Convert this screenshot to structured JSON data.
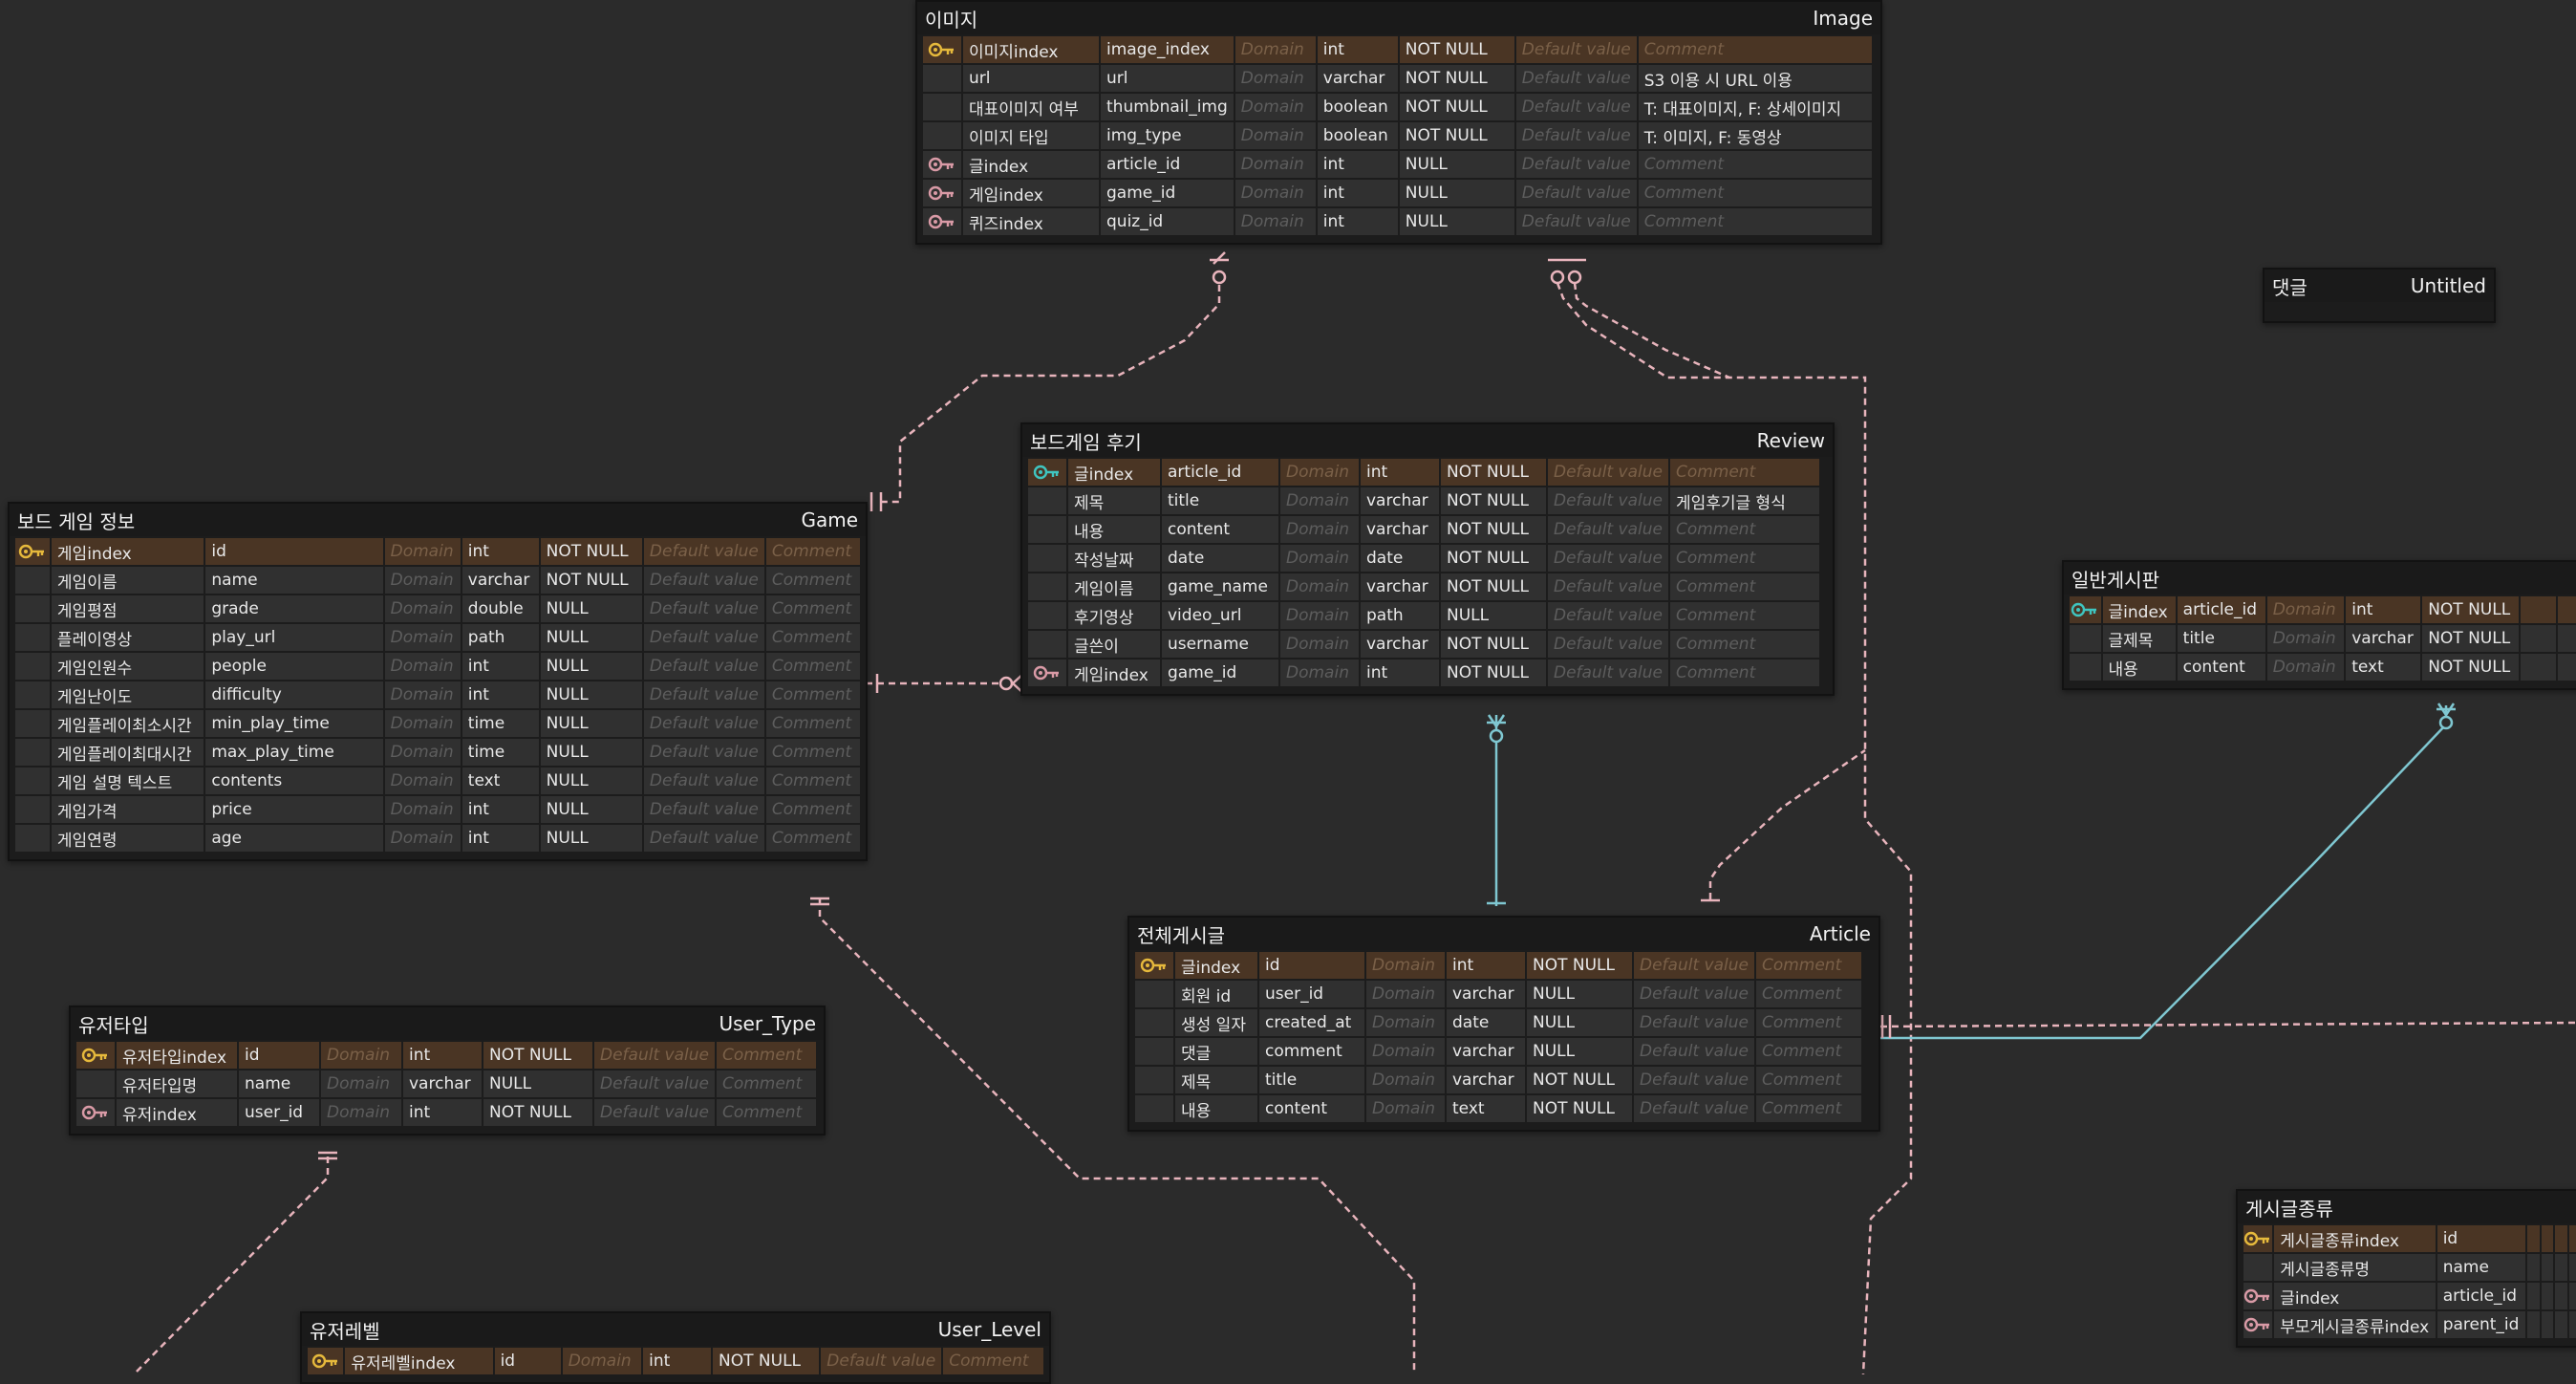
{
  "colors": {
    "background": "#2b2b2b",
    "primary_key_row": "#4a3524",
    "relation_dashed": "#e8b4bc",
    "relation_solid": "#7fc7d1",
    "pk_key_icon": "#e6b93c",
    "fk_key_icon": "#d99aa6",
    "teal_key_icon": "#3fc5c0"
  },
  "entities": [
    {
      "id": "image",
      "logical_name": "이미지",
      "physical_name": "Image",
      "columns": [
        {
          "key": "pk",
          "logical": "이미지index",
          "physical": "image_index",
          "domain": "Domain",
          "type": "int",
          "nullable": "NOT NULL",
          "default": "Default value",
          "comment": "Comment"
        },
        {
          "key": "",
          "logical": "url",
          "physical": "url",
          "domain": "Domain",
          "type": "varchar",
          "nullable": "NOT NULL",
          "default": "Default value",
          "comment": "S3 이용 시 URL 이용"
        },
        {
          "key": "",
          "logical": "대표이미지 여부",
          "physical": "thumbnail_img",
          "domain": "Domain",
          "type": "boolean",
          "nullable": "NOT NULL",
          "default": "Default value",
          "comment": "T: 대표이미지, F: 상세이미지"
        },
        {
          "key": "",
          "logical": "이미지 타입",
          "physical": "img_type",
          "domain": "Domain",
          "type": "boolean",
          "nullable": "NOT NULL",
          "default": "Default value",
          "comment": "T: 이미지, F: 동영상"
        },
        {
          "key": "fk",
          "logical": "글index",
          "physical": "article_id",
          "domain": "Domain",
          "type": "int",
          "nullable": "NULL",
          "default": "Default value",
          "comment": "Comment"
        },
        {
          "key": "fk",
          "logical": "게임index",
          "physical": "game_id",
          "domain": "Domain",
          "type": "int",
          "nullable": "NULL",
          "default": "Default value",
          "comment": "Comment"
        },
        {
          "key": "fk",
          "logical": "퀴즈index",
          "physical": "quiz_id",
          "domain": "Domain",
          "type": "int",
          "nullable": "NULL",
          "default": "Default value",
          "comment": "Comment"
        }
      ]
    },
    {
      "id": "game",
      "logical_name": "보드 게임 정보",
      "physical_name": "Game",
      "columns": [
        {
          "key": "pk",
          "logical": "게임index",
          "physical": "id",
          "domain": "Domain",
          "type": "int",
          "nullable": "NOT NULL",
          "default": "Default value",
          "comment": "Comment"
        },
        {
          "key": "",
          "logical": "게임이름",
          "physical": "name",
          "domain": "Domain",
          "type": "varchar",
          "nullable": "NOT NULL",
          "default": "Default value",
          "comment": "Comment"
        },
        {
          "key": "",
          "logical": "게임평점",
          "physical": "grade",
          "domain": "Domain",
          "type": "double",
          "nullable": "NULL",
          "default": "Default value",
          "comment": "Comment"
        },
        {
          "key": "",
          "logical": "플레이영상",
          "physical": "play_url",
          "domain": "Domain",
          "type": "path",
          "nullable": "NULL",
          "default": "Default value",
          "comment": "Comment"
        },
        {
          "key": "",
          "logical": "게임인원수",
          "physical": "people",
          "domain": "Domain",
          "type": "int",
          "nullable": "NULL",
          "default": "Default value",
          "comment": "Comment"
        },
        {
          "key": "",
          "logical": "게임난이도",
          "physical": "difficulty",
          "domain": "Domain",
          "type": "int",
          "nullable": "NULL",
          "default": "Default value",
          "comment": "Comment"
        },
        {
          "key": "",
          "logical": "게임플레이최소시간",
          "physical": "min_play_time",
          "domain": "Domain",
          "type": "time",
          "nullable": "NULL",
          "default": "Default value",
          "comment": "Comment"
        },
        {
          "key": "",
          "logical": "게임플레이최대시간",
          "physical": "max_play_time",
          "domain": "Domain",
          "type": "time",
          "nullable": "NULL",
          "default": "Default value",
          "comment": "Comment"
        },
        {
          "key": "",
          "logical": "게임 설명 텍스트",
          "physical": "contents",
          "domain": "Domain",
          "type": "text",
          "nullable": "NULL",
          "default": "Default value",
          "comment": "Comment"
        },
        {
          "key": "",
          "logical": "게임가격",
          "physical": "price",
          "domain": "Domain",
          "type": "int",
          "nullable": "NULL",
          "default": "Default value",
          "comment": "Comment"
        },
        {
          "key": "",
          "logical": "게임연령",
          "physical": "age",
          "domain": "Domain",
          "type": "int",
          "nullable": "NULL",
          "default": "Default value",
          "comment": "Comment"
        }
      ]
    },
    {
      "id": "review",
      "logical_name": "보드게임 후기",
      "physical_name": "Review",
      "columns": [
        {
          "key": "pk-teal",
          "logical": "글index",
          "physical": "article_id",
          "domain": "Domain",
          "type": "int",
          "nullable": "NOT NULL",
          "default": "Default value",
          "comment": "Comment"
        },
        {
          "key": "",
          "logical": "제목",
          "physical": "title",
          "domain": "Domain",
          "type": "varchar",
          "nullable": "NOT NULL",
          "default": "Default value",
          "comment": "게임후기글 형식"
        },
        {
          "key": "",
          "logical": "내용",
          "physical": "content",
          "domain": "Domain",
          "type": "varchar",
          "nullable": "NOT NULL",
          "default": "Default value",
          "comment": "Comment"
        },
        {
          "key": "",
          "logical": "작성날짜",
          "physical": "date",
          "domain": "Domain",
          "type": "date",
          "nullable": "NOT NULL",
          "default": "Default value",
          "comment": "Comment"
        },
        {
          "key": "",
          "logical": "게임이름",
          "physical": "game_name",
          "domain": "Domain",
          "type": "varchar",
          "nullable": "NOT NULL",
          "default": "Default value",
          "comment": "Comment"
        },
        {
          "key": "",
          "logical": "후기영상",
          "physical": "video_url",
          "domain": "Domain",
          "type": "path",
          "nullable": "NULL",
          "default": "Default value",
          "comment": "Comment"
        },
        {
          "key": "",
          "logical": "글쓴이",
          "physical": "username",
          "domain": "Domain",
          "type": "varchar",
          "nullable": "NOT NULL",
          "default": "Default value",
          "comment": "Comment"
        },
        {
          "key": "fk",
          "logical": "게임index",
          "physical": "game_id",
          "domain": "Domain",
          "type": "int",
          "nullable": "NOT NULL",
          "default": "Default value",
          "comment": "Comment"
        }
      ]
    },
    {
      "id": "general_board",
      "logical_name": "일반게시판",
      "physical_name": "",
      "columns": [
        {
          "key": "pk-teal",
          "logical": "글index",
          "physical": "article_id",
          "domain": "Domain",
          "type": "int",
          "nullable": "NOT NULL",
          "default": "",
          "comment": ""
        },
        {
          "key": "",
          "logical": "글제목",
          "physical": "title",
          "domain": "Domain",
          "type": "varchar",
          "nullable": "NOT NULL",
          "default": "",
          "comment": ""
        },
        {
          "key": "",
          "logical": "내용",
          "physical": "content",
          "domain": "Domain",
          "type": "text",
          "nullable": "NOT NULL",
          "default": "",
          "comment": ""
        }
      ]
    },
    {
      "id": "article",
      "logical_name": "전체게시글",
      "physical_name": "Article",
      "columns": [
        {
          "key": "pk",
          "logical": "글index",
          "physical": "id",
          "domain": "Domain",
          "type": "int",
          "nullable": "NOT NULL",
          "default": "Default value",
          "comment": "Comment"
        },
        {
          "key": "",
          "logical": "회원 id",
          "physical": "user_id",
          "domain": "Domain",
          "type": "varchar",
          "nullable": "NULL",
          "default": "Default value",
          "comment": "Comment"
        },
        {
          "key": "",
          "logical": "생성 일자",
          "physical": "created_at",
          "domain": "Domain",
          "type": "date",
          "nullable": "NULL",
          "default": "Default value",
          "comment": "Comment"
        },
        {
          "key": "",
          "logical": "댓글",
          "physical": "comment",
          "domain": "Domain",
          "type": "varchar",
          "nullable": "NULL",
          "default": "Default value",
          "comment": "Comment"
        },
        {
          "key": "",
          "logical": "제목",
          "physical": "title",
          "domain": "Domain",
          "type": "varchar",
          "nullable": "NOT NULL",
          "default": "Default value",
          "comment": "Comment"
        },
        {
          "key": "",
          "logical": "내용",
          "physical": "content",
          "domain": "Domain",
          "type": "text",
          "nullable": "NOT NULL",
          "default": "Default value",
          "comment": "Comment"
        }
      ]
    },
    {
      "id": "user_type",
      "logical_name": "유저타입",
      "physical_name": "User_Type",
      "columns": [
        {
          "key": "pk",
          "logical": "유저타입index",
          "physical": "id",
          "domain": "Domain",
          "type": "int",
          "nullable": "NOT NULL",
          "default": "Default value",
          "comment": "Comment"
        },
        {
          "key": "",
          "logical": "유저타입명",
          "physical": "name",
          "domain": "Domain",
          "type": "varchar",
          "nullable": "NULL",
          "default": "Default value",
          "comment": "Comment"
        },
        {
          "key": "fk",
          "logical": "유저index",
          "physical": "user_id",
          "domain": "Domain",
          "type": "int",
          "nullable": "NOT NULL",
          "default": "Default value",
          "comment": "Comment"
        }
      ]
    },
    {
      "id": "user_level",
      "logical_name": "유저레벨",
      "physical_name": "User_Level",
      "columns": [
        {
          "key": "pk",
          "logical": "유저레벨index",
          "physical": "id",
          "domain": "Domain",
          "type": "int",
          "nullable": "NOT NULL",
          "default": "Default value",
          "comment": "Comment"
        }
      ]
    },
    {
      "id": "board_kind",
      "logical_name": "게시글종류",
      "physical_name": "",
      "columns": [
        {
          "key": "pk",
          "logical": "게시글종류index",
          "physical": "id",
          "domain": "",
          "type": "",
          "nullable": "",
          "default": "",
          "comment": ""
        },
        {
          "key": "",
          "logical": "게시글종류명",
          "physical": "name",
          "domain": "",
          "type": "",
          "nullable": "",
          "default": "",
          "comment": ""
        },
        {
          "key": "fk",
          "logical": "글index",
          "physical": "article_id",
          "domain": "",
          "type": "",
          "nullable": "",
          "default": "",
          "comment": ""
        },
        {
          "key": "fk",
          "logical": "부모게시글종류index",
          "physical": "parent_id",
          "domain": "",
          "type": "",
          "nullable": "",
          "default": "",
          "comment": ""
        }
      ]
    },
    {
      "id": "comment",
      "logical_name": "댓글",
      "physical_name": "Untitled",
      "columns": []
    }
  ]
}
